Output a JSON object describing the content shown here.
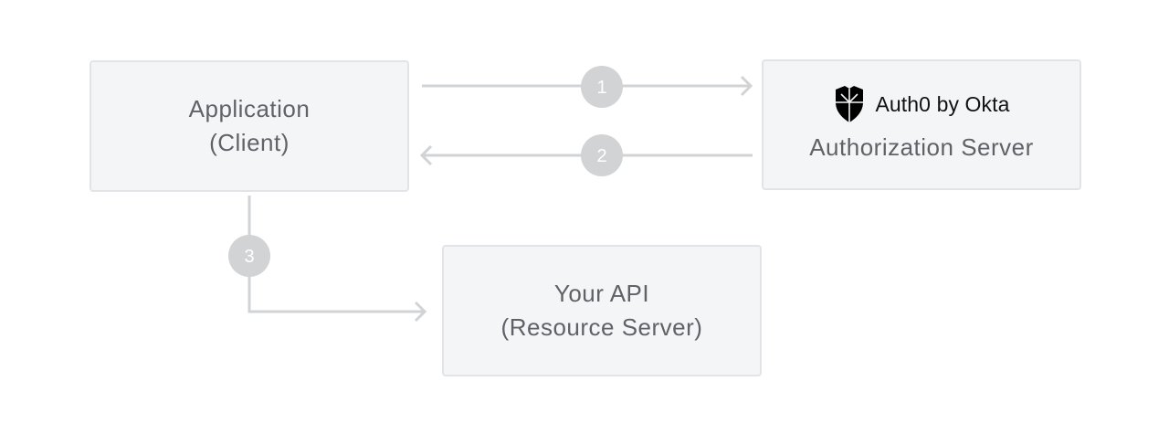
{
  "nodes": {
    "application": {
      "line1": "Application",
      "line2": "(Client)"
    },
    "authorization_server": {
      "brand": "Auth0 by Okta",
      "brand_icon": "auth0-shield-icon",
      "line1": "Authorization Server"
    },
    "resource_server": {
      "line1": "Your API",
      "line2": "(Resource Server)"
    }
  },
  "steps": [
    {
      "number": "1",
      "from": "application",
      "to": "authorization_server"
    },
    {
      "number": "2",
      "from": "authorization_server",
      "to": "application"
    },
    {
      "number": "3",
      "from": "application",
      "to": "resource_server"
    }
  ],
  "colors": {
    "box_fill": "#f4f5f7",
    "box_border": "#e3e4e7",
    "text": "#5f6368",
    "connector": "#d2d3d5",
    "brand_text": "#111111"
  }
}
